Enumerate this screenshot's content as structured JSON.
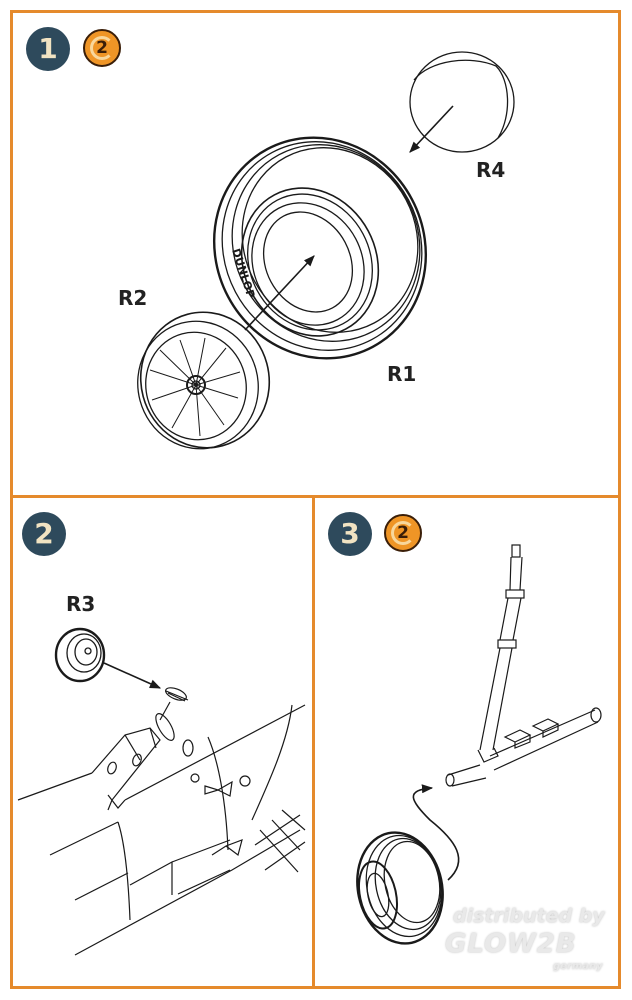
{
  "document": {
    "type": "assembly instructions",
    "subject": "landing gear wheels"
  },
  "steps": [
    {
      "number": "1",
      "repeat_count": "2",
      "parts": [
        "R4",
        "R1",
        "R2"
      ]
    },
    {
      "number": "2",
      "parts": [
        "R3"
      ]
    },
    {
      "number": "3",
      "repeat_count": "2",
      "parts": []
    }
  ],
  "tire_marking": "DUNLOP",
  "watermark": {
    "line1": "distributed by",
    "line2": "GLOW2B",
    "line3": "germany"
  },
  "colors": {
    "border": "#e58a2c",
    "step_badge": "#2e4a5c",
    "repeat_badge": "#ef9526"
  }
}
